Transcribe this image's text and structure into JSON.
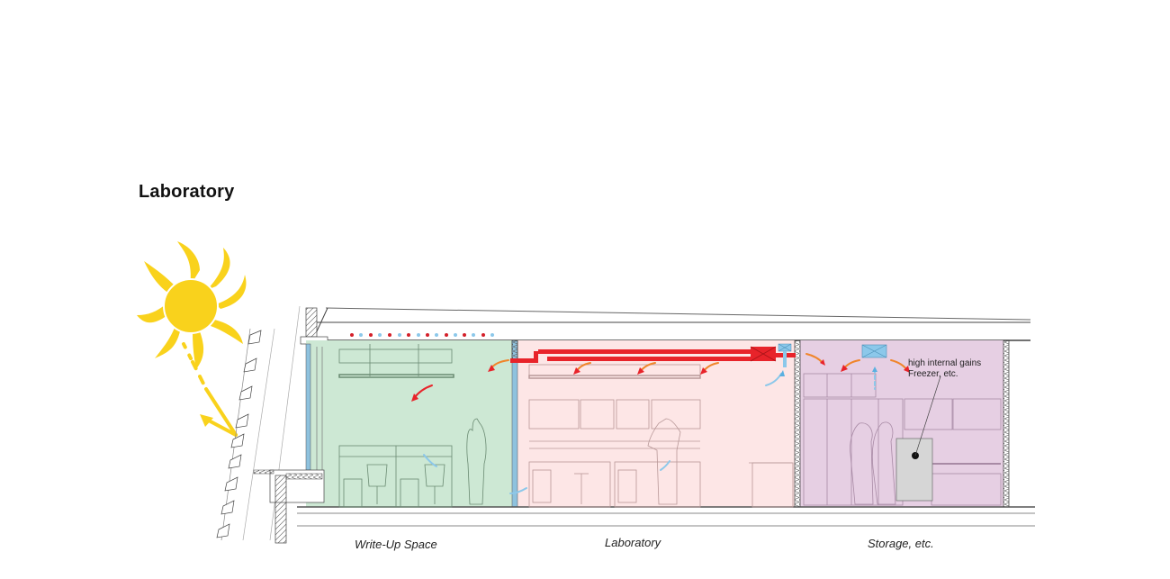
{
  "title": "Laboratory",
  "zones": [
    {
      "id": "write-up",
      "label": "Write-Up Space",
      "color": "#cde8d4"
    },
    {
      "id": "laboratory",
      "label": "Laboratory",
      "color": "#fde6e6"
    },
    {
      "id": "storage",
      "label": "Storage, etc.",
      "color": "#e6cfe3"
    }
  ],
  "annotation": {
    "line1": "high internal gains",
    "line2": "Freezer, etc."
  },
  "colors": {
    "sun": "#f9d21c",
    "supply_duct": "#e8232a",
    "warm_air": "#f0852a",
    "cool_air": "#7cc4ea",
    "ceiling_dot_red": "#d4202a",
    "ceiling_dot_blue": "#8cc8ea",
    "freezer": "#d6d6d6"
  },
  "icons": {
    "sun": "sun-icon",
    "reflected_ray": "reflection-arrow-icon",
    "ahu": "air-handling-unit-icon",
    "fan": "fan-coil-icon",
    "heat_source": "heat-source-dot-icon"
  }
}
